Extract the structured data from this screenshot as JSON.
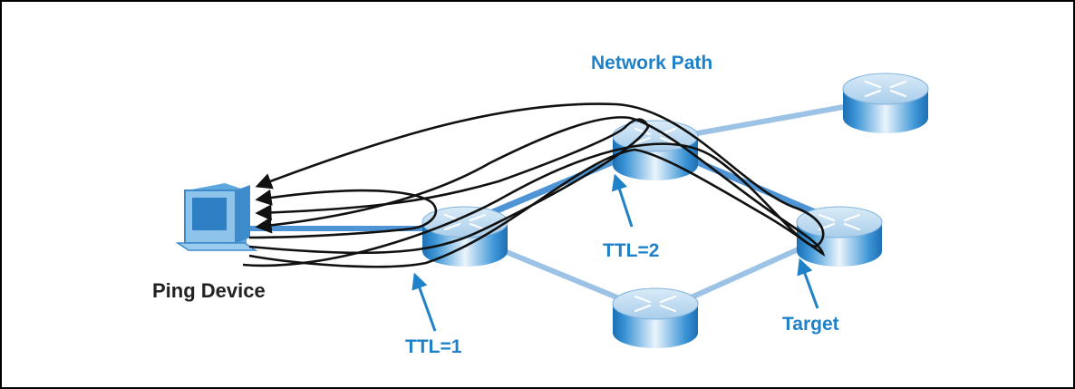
{
  "diagram": {
    "labels": {
      "network_path": "Network Path",
      "ping_device": "Ping Device",
      "ttl1": "TTL=1",
      "ttl2": "TTL=2",
      "target": "Target"
    },
    "colors": {
      "link": "#9cc3e6",
      "link_strong": "#4f94d4",
      "label_blue": "#1f82c9",
      "label_dark": "#222222",
      "router_top": "#c8e1f5",
      "router_side": "#2f86c8",
      "trace": "#111111",
      "frame": "#000000"
    },
    "icons": [
      "computer-icon",
      "router-icon",
      "arrow-icon"
    ]
  }
}
